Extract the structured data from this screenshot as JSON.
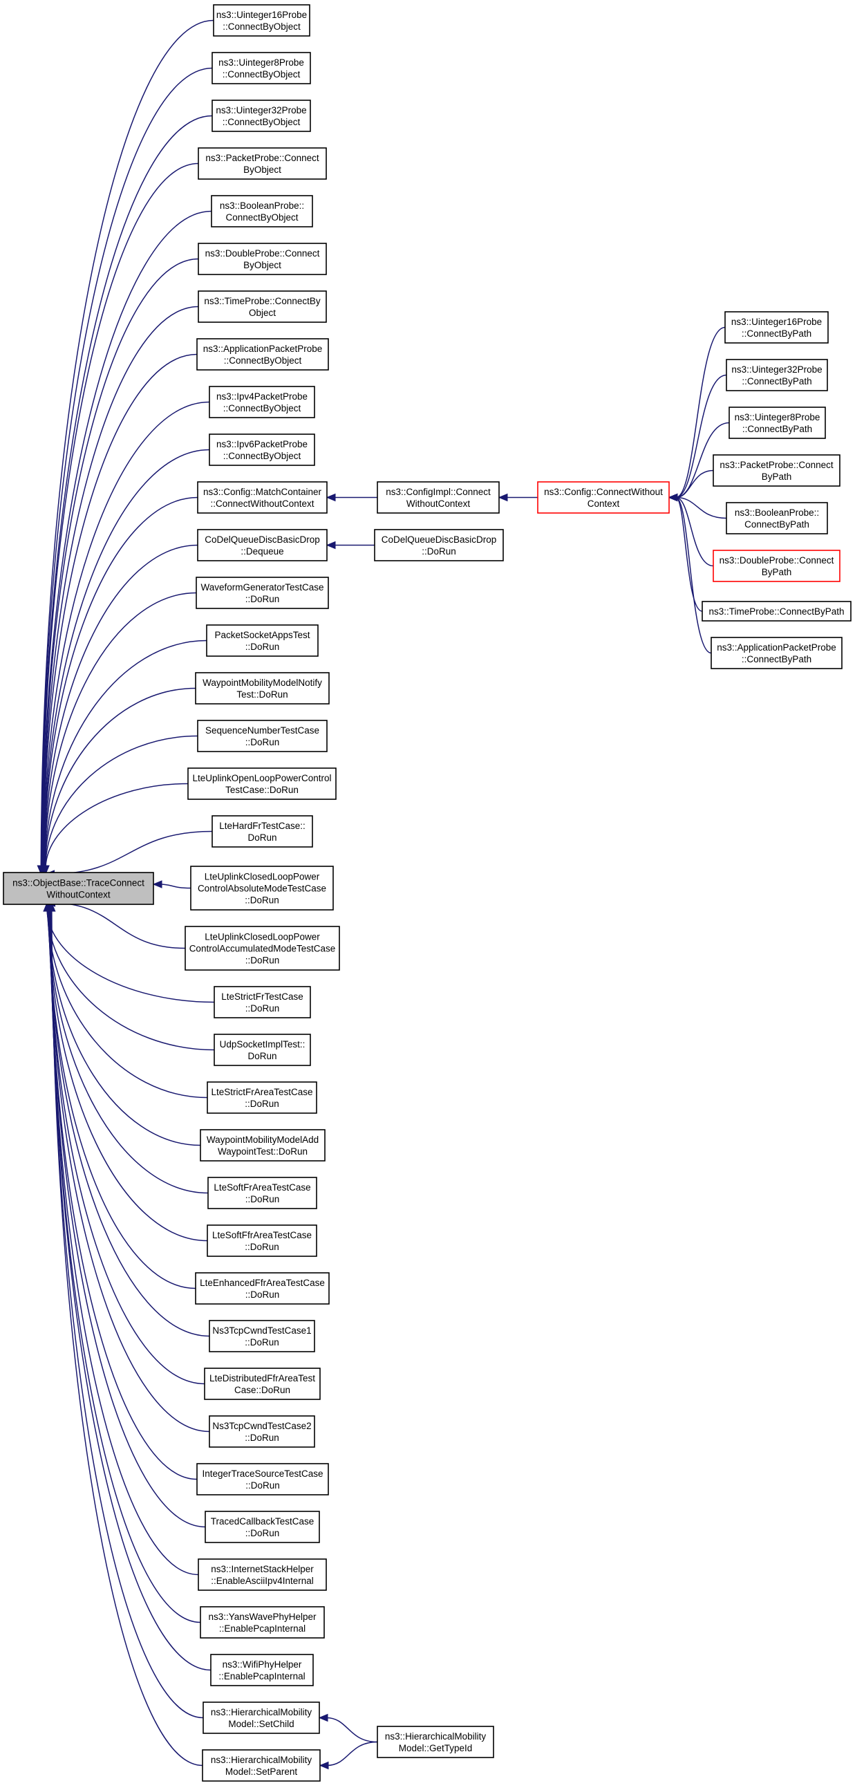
{
  "colors": {
    "edge": "#191970",
    "node_border": "#000000",
    "root_fill": "#bfbfbf",
    "highlight_border": "#ff0000"
  },
  "nodes": [
    {
      "id": "root",
      "lines": [
        "ns3::ObjectBase::TraceConnect",
        "WithoutContext"
      ],
      "style": "root"
    },
    {
      "id": "u16",
      "lines": [
        "ns3::Uinteger16Probe",
        "::ConnectByObject"
      ]
    },
    {
      "id": "u8",
      "lines": [
        "ns3::Uinteger8Probe",
        "::ConnectByObject"
      ]
    },
    {
      "id": "u32",
      "lines": [
        "ns3::Uinteger32Probe",
        "::ConnectByObject"
      ]
    },
    {
      "id": "pkt",
      "lines": [
        "ns3::PacketProbe::Connect",
        "ByObject"
      ]
    },
    {
      "id": "bool",
      "lines": [
        "ns3::BooleanProbe::",
        "ConnectByObject"
      ]
    },
    {
      "id": "dbl",
      "lines": [
        "ns3::DoubleProbe::Connect",
        "ByObject"
      ]
    },
    {
      "id": "time",
      "lines": [
        "ns3::TimeProbe::ConnectBy",
        "Object"
      ]
    },
    {
      "id": "app",
      "lines": [
        "ns3::ApplicationPacketProbe",
        "::ConnectByObject"
      ]
    },
    {
      "id": "ipv4",
      "lines": [
        "ns3::Ipv4PacketProbe",
        "::ConnectByObject"
      ]
    },
    {
      "id": "ipv6",
      "lines": [
        "ns3::Ipv6PacketProbe",
        "::ConnectByObject"
      ]
    },
    {
      "id": "mc",
      "lines": [
        "ns3::Config::MatchContainer",
        "::ConnectWithoutContext"
      ]
    },
    {
      "id": "codel",
      "lines": [
        "CoDelQueueDiscBasicDrop",
        "::Dequeue"
      ]
    },
    {
      "id": "wave",
      "lines": [
        "WaveformGeneratorTestCase",
        "::DoRun"
      ]
    },
    {
      "id": "psat",
      "lines": [
        "PacketSocketAppsTest",
        "::DoRun"
      ]
    },
    {
      "id": "wmmn",
      "lines": [
        "WaypointMobilityModelNotify",
        "Test::DoRun"
      ]
    },
    {
      "id": "seq",
      "lines": [
        "SequenceNumberTestCase",
        "::DoRun"
      ]
    },
    {
      "id": "ltepc",
      "lines": [
        "LteUplinkOpenLoopPowerControl",
        "TestCase::DoRun"
      ]
    },
    {
      "id": "ltehard",
      "lines": [
        "LteHardFrTestCase::",
        "DoRun"
      ]
    },
    {
      "id": "lteabs",
      "lines": [
        "LteUplinkClosedLoopPower",
        "ControlAbsoluteModeTestCase",
        "::DoRun"
      ]
    },
    {
      "id": "lteacc",
      "lines": [
        "LteUplinkClosedLoopPower",
        "ControlAccumulatedModeTestCase",
        "::DoRun"
      ]
    },
    {
      "id": "ltestrict",
      "lines": [
        "LteStrictFrTestCase",
        "::DoRun"
      ]
    },
    {
      "id": "udp",
      "lines": [
        "UdpSocketImplTest::",
        "DoRun"
      ]
    },
    {
      "id": "ltestrictarea",
      "lines": [
        "LteStrictFrAreaTestCase",
        "::DoRun"
      ]
    },
    {
      "id": "wmma",
      "lines": [
        "WaypointMobilityModelAdd",
        "WaypointTest::DoRun"
      ]
    },
    {
      "id": "ltesoft",
      "lines": [
        "LteSoftFrAreaTestCase",
        "::DoRun"
      ]
    },
    {
      "id": "ltesoftffr",
      "lines": [
        "LteSoftFfrAreaTestCase",
        "::DoRun"
      ]
    },
    {
      "id": "lteenh",
      "lines": [
        "LteEnhancedFfrAreaTestCase",
        "::DoRun"
      ]
    },
    {
      "id": "tcp1",
      "lines": [
        "Ns3TcpCwndTestCase1",
        "::DoRun"
      ]
    },
    {
      "id": "ltedist",
      "lines": [
        "LteDistributedFfrAreaTest",
        "Case::DoRun"
      ]
    },
    {
      "id": "tcp2",
      "lines": [
        "Ns3TcpCwndTestCase2",
        "::DoRun"
      ]
    },
    {
      "id": "integer",
      "lines": [
        "IntegerTraceSourceTestCase",
        "::DoRun"
      ]
    },
    {
      "id": "traced",
      "lines": [
        "TracedCallbackTestCase",
        "::DoRun"
      ]
    },
    {
      "id": "inet",
      "lines": [
        "ns3::InternetStackHelper",
        "::EnableAsciiIpv4Internal"
      ]
    },
    {
      "id": "yans",
      "lines": [
        "ns3::YansWavePhyHelper",
        "::EnablePcapInternal"
      ]
    },
    {
      "id": "wifi",
      "lines": [
        "ns3::WifiPhyHelper",
        "::EnablePcapInternal"
      ]
    },
    {
      "id": "hchild",
      "lines": [
        "ns3::HierarchicalMobility",
        "Model::SetChild"
      ]
    },
    {
      "id": "hparent",
      "lines": [
        "ns3::HierarchicalMobility",
        "Model::SetParent"
      ]
    },
    {
      "id": "cfgimpl",
      "lines": [
        "ns3::ConfigImpl::Connect",
        "WithoutContext"
      ]
    },
    {
      "id": "codelrun",
      "lines": [
        "CoDelQueueDiscBasicDrop",
        "::DoRun"
      ]
    },
    {
      "id": "htype",
      "lines": [
        "ns3::HierarchicalMobility",
        "Model::GetTypeId"
      ]
    },
    {
      "id": "cfgcwc",
      "lines": [
        "ns3::Config::ConnectWithout",
        "Context"
      ],
      "style": "highlight"
    },
    {
      "id": "pu16",
      "lines": [
        "ns3::Uinteger16Probe",
        "::ConnectByPath"
      ]
    },
    {
      "id": "pu32",
      "lines": [
        "ns3::Uinteger32Probe",
        "::ConnectByPath"
      ]
    },
    {
      "id": "pu8",
      "lines": [
        "ns3::Uinteger8Probe",
        "::ConnectByPath"
      ]
    },
    {
      "id": "ppkt",
      "lines": [
        "ns3::PacketProbe::Connect",
        "ByPath"
      ]
    },
    {
      "id": "pbool",
      "lines": [
        "ns3::BooleanProbe::",
        "ConnectByPath"
      ]
    },
    {
      "id": "pdbl",
      "lines": [
        "ns3::DoubleProbe::Connect",
        "ByPath"
      ],
      "style": "highlight"
    },
    {
      "id": "ptime",
      "lines": [
        "ns3::TimeProbe::ConnectByPath"
      ]
    },
    {
      "id": "papp",
      "lines": [
        "ns3::ApplicationPacketProbe",
        "::ConnectByPath"
      ]
    }
  ],
  "edges": [
    [
      "u16",
      "root"
    ],
    [
      "u8",
      "root"
    ],
    [
      "u32",
      "root"
    ],
    [
      "pkt",
      "root"
    ],
    [
      "bool",
      "root"
    ],
    [
      "dbl",
      "root"
    ],
    [
      "time",
      "root"
    ],
    [
      "app",
      "root"
    ],
    [
      "ipv4",
      "root"
    ],
    [
      "ipv6",
      "root"
    ],
    [
      "mc",
      "root"
    ],
    [
      "codel",
      "root"
    ],
    [
      "wave",
      "root"
    ],
    [
      "psat",
      "root"
    ],
    [
      "wmmn",
      "root"
    ],
    [
      "seq",
      "root"
    ],
    [
      "ltepc",
      "root"
    ],
    [
      "ltehard",
      "root"
    ],
    [
      "lteabs",
      "root"
    ],
    [
      "lteacc",
      "root"
    ],
    [
      "ltestrict",
      "root"
    ],
    [
      "udp",
      "root"
    ],
    [
      "ltestrictarea",
      "root"
    ],
    [
      "wmma",
      "root"
    ],
    [
      "ltesoft",
      "root"
    ],
    [
      "ltesoftffr",
      "root"
    ],
    [
      "lteenh",
      "root"
    ],
    [
      "tcp1",
      "root"
    ],
    [
      "ltedist",
      "root"
    ],
    [
      "tcp2",
      "root"
    ],
    [
      "integer",
      "root"
    ],
    [
      "traced",
      "root"
    ],
    [
      "inet",
      "root"
    ],
    [
      "yans",
      "root"
    ],
    [
      "wifi",
      "root"
    ],
    [
      "hchild",
      "root"
    ],
    [
      "hparent",
      "root"
    ],
    [
      "cfgimpl",
      "mc"
    ],
    [
      "codelrun",
      "codel"
    ],
    [
      "htype",
      "hchild"
    ],
    [
      "htype",
      "hparent"
    ],
    [
      "cfgcwc",
      "cfgimpl"
    ],
    [
      "pu16",
      "cfgcwc"
    ],
    [
      "pu32",
      "cfgcwc"
    ],
    [
      "pu8",
      "cfgcwc"
    ],
    [
      "ppkt",
      "cfgcwc"
    ],
    [
      "pbool",
      "cfgcwc"
    ],
    [
      "pdbl",
      "cfgcwc"
    ],
    [
      "ptime",
      "cfgcwc"
    ],
    [
      "papp",
      "cfgcwc"
    ]
  ]
}
